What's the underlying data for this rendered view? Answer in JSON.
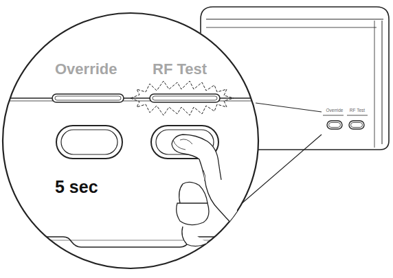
{
  "diagram": {
    "labels": [
      "Override",
      "RF Test",
      "5 sec",
      "Override",
      "RF Test"
    ]
  }
}
